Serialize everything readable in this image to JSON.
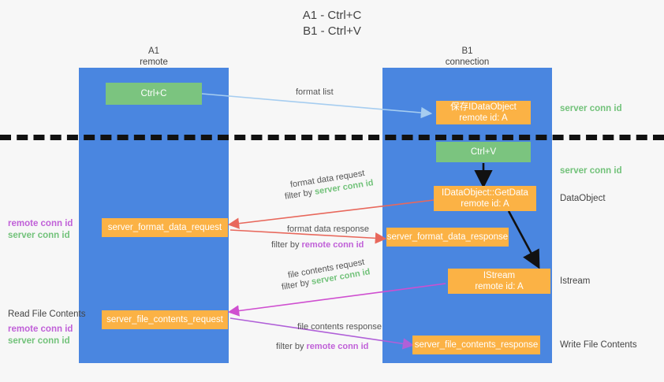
{
  "title": "A1 - Ctrl+C\nB1 - Ctrl+V",
  "columns": [
    {
      "name": "A1",
      "sub": "remote",
      "label": "A1\nremote"
    },
    {
      "name": "B1",
      "sub": "connection",
      "label": "B1\nconnection"
    }
  ],
  "colors": {
    "lane": "#4a86e0",
    "green_node": "#7bc47f",
    "orange_node": "#fbb245",
    "server_conn_id": "#72c27a",
    "remote_conn_id": "#c060d8",
    "arrow_blue": "#a6cdf0",
    "arrow_red": "#e8685c",
    "arrow_magenta": "#cf4fd0",
    "arrow_purple": "#b060d8",
    "arrow_black": "#111111",
    "background": "#f7f7f7"
  },
  "nodes": {
    "ctrl_c": "Ctrl+C",
    "ctrl_v": "Ctrl+V",
    "save_idataobject": "保存IDataObject\nremote id: A",
    "idataobject_getdata": "IDataObject::GetData\nremote id: A",
    "istream": "IStream\nremote id: A",
    "server_format_data_request": "server_format_data_request",
    "server_format_data_response": "server_format_data_response",
    "server_file_contents_request": "server_file_contents_request",
    "server_file_contents_response": "server_file_contents_response"
  },
  "edge_labels": {
    "format_list": "format list",
    "format_data_request": "format data request",
    "format_data_request_filter_prefix": "filter by ",
    "format_data_request_filter_value": "server conn id",
    "format_data_response": "format data response",
    "format_data_response_filter_prefix": "filter by ",
    "format_data_response_filter_value": "remote conn id",
    "file_contents_request": "file contents request",
    "file_contents_request_filter_prefix": "filter by ",
    "file_contents_request_filter_value": "server conn id",
    "file_contents_response": "file contents response",
    "file_contents_response_filter_prefix": "filter by ",
    "file_contents_response_filter_value": "remote conn id"
  },
  "right_labels": {
    "server_conn_id_top": "server conn id",
    "server_conn_id_mid": "server conn id",
    "dataobject": "DataObject",
    "istream": "Istream",
    "write_file_contents": "Write File Contents"
  },
  "left_labels": {
    "remote_conn_id_1": "remote conn id",
    "server_conn_id_1": "server conn id",
    "read_file_contents": "Read File Contents",
    "remote_conn_id_2": "remote conn id",
    "server_conn_id_2": "server conn id"
  }
}
